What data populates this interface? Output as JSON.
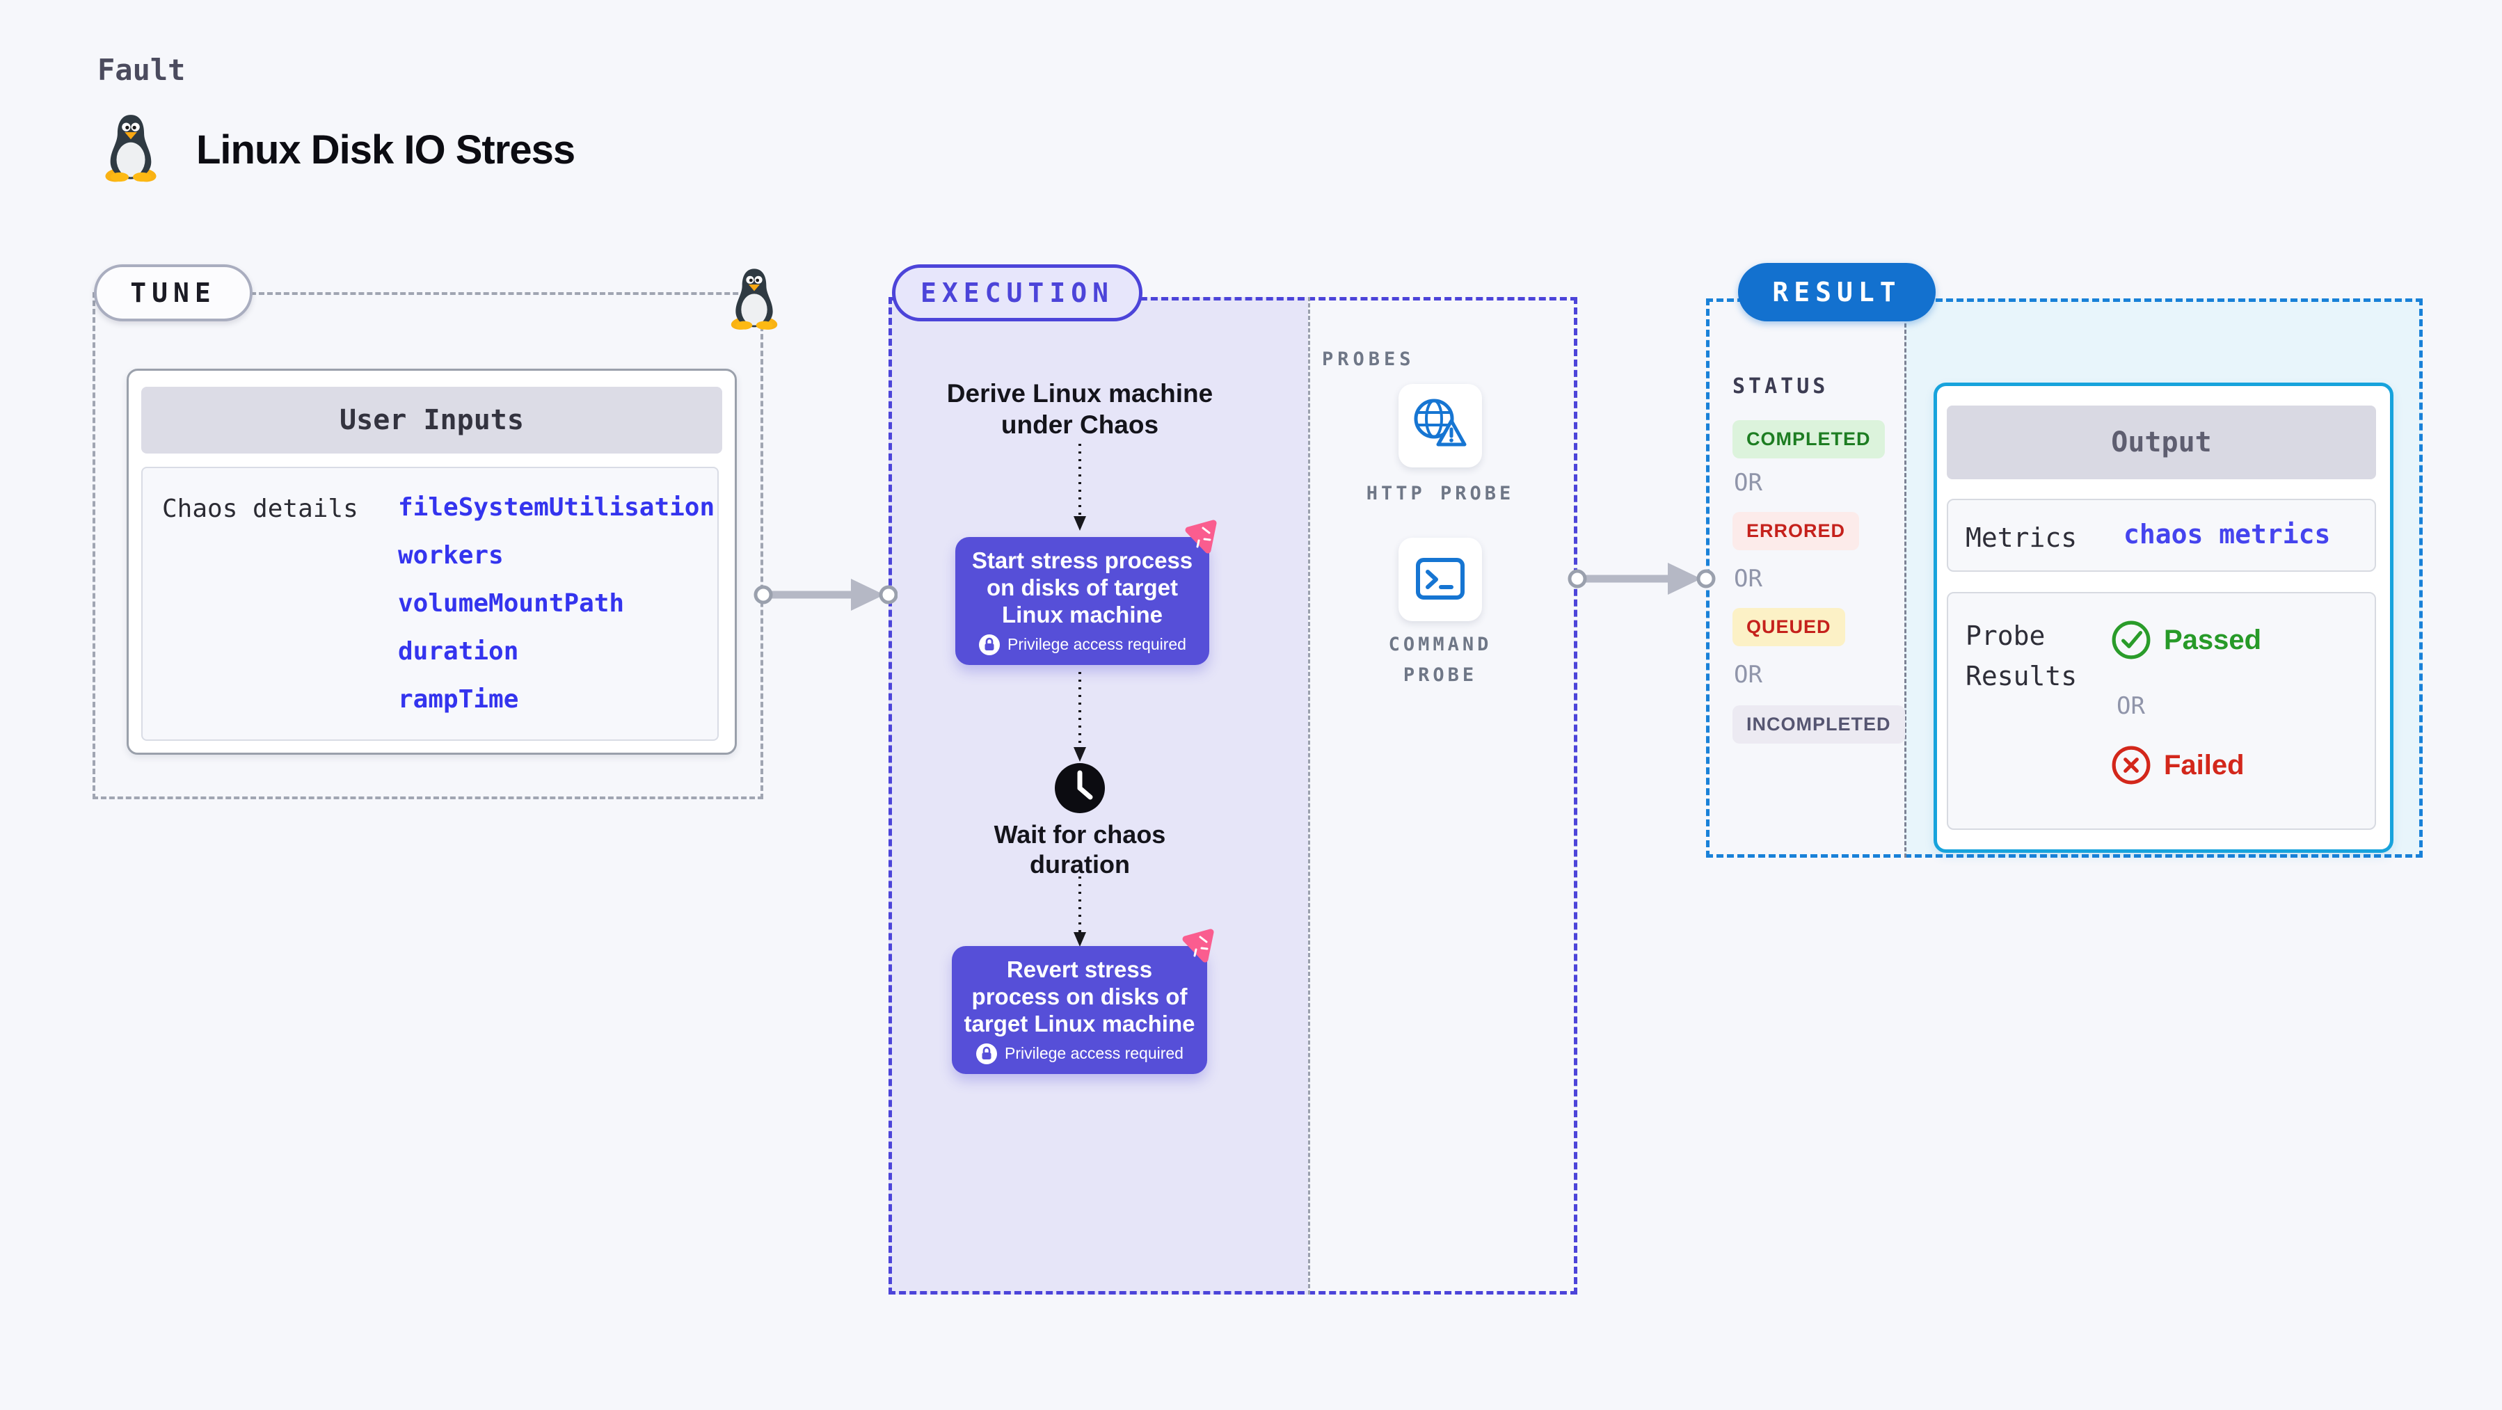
{
  "header": {
    "fault_label": "Fault",
    "title": "Linux Disk IO Stress"
  },
  "tune": {
    "label": "TUNE",
    "user_inputs_title": "User Inputs",
    "chaos_details_label": "Chaos details",
    "values": [
      "fileSystemUtilisation",
      "workers",
      "volumeMountPath",
      "duration",
      "rampTime"
    ]
  },
  "execution": {
    "label": "EXECUTION",
    "derive_step": "Derive Linux machine\nunder Chaos",
    "start_step": "Start stress process\non disks of target\nLinux machine",
    "wait_step": "Wait for chaos\nduration",
    "revert_step": "Revert stress\nprocess on disks of\ntarget Linux machine",
    "privilege_note": "Privilege access required",
    "probes": {
      "heading": "PROBES",
      "http_label": "HTTP PROBE",
      "command_label": "COMMAND\nPROBE"
    }
  },
  "result": {
    "label": "RESULT",
    "status_heading": "STATUS",
    "completed": "COMPLETED",
    "errored": "ERRORED",
    "queued": "QUEUED",
    "incompleted": "INCOMPLETED",
    "or": "OR",
    "output": {
      "title": "Output",
      "metrics_label": "Metrics",
      "metrics_value": "chaos metrics",
      "probe_results_label": "Probe\nResults",
      "passed": "Passed",
      "or": "OR",
      "failed": "Failed"
    }
  },
  "colors": {
    "page_bg": "#f6f7fb",
    "node_indigo": "#564fd8",
    "execution_border": "#4c44d9",
    "execution_panel": "#e6e5f8",
    "result_pill_blue": "#1371cf",
    "result_border": "#1981d8",
    "result_panel": "#e8f5fb",
    "output_border": "#17a3dc",
    "probe_icon_blue": "#1675d2",
    "value_blue": "#3434ee",
    "passed_green": "#279a28",
    "failed_red": "#d3271b",
    "chaos_pink": "#fa5d8f",
    "arrow_gray": "#b5b8c5"
  }
}
